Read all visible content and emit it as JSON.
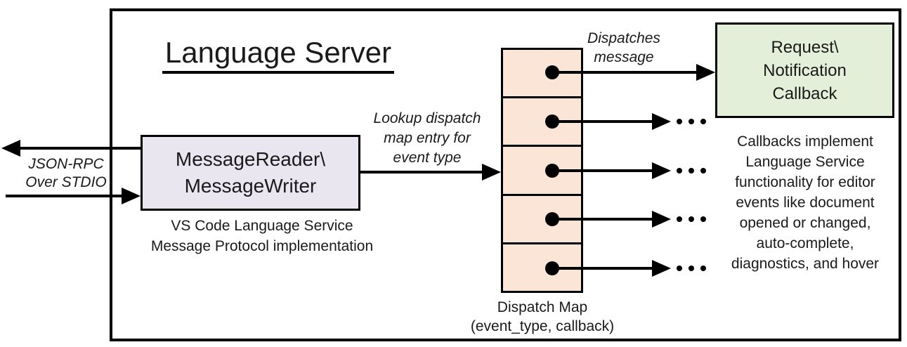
{
  "title": "Language Server",
  "colors": {
    "reader_fill": "#e9e6f0",
    "map_fill": "#fbe5d6",
    "callback_fill": "#e3efd9",
    "line": "#000000"
  },
  "io_label": {
    "lines": [
      "JSON-RPC",
      "Over STDIO"
    ]
  },
  "reader_box": {
    "lines": [
      "MessageReader\\",
      "MessageWriter"
    ]
  },
  "reader_caption": {
    "lines": [
      "VS Code Language Service",
      "Message Protocol implementation"
    ]
  },
  "lookup_label": {
    "lines": [
      "Lookup dispatch",
      "map entry for",
      "event type"
    ]
  },
  "dispatch_label": {
    "lines": [
      "Dispatches",
      "message"
    ]
  },
  "callback_box": {
    "lines": [
      "Request\\",
      "Notification",
      "Callback"
    ]
  },
  "callbacks_note": {
    "lines": [
      "Callbacks implement",
      "Language Service",
      "functionality for editor",
      "events like document",
      "opened or changed,",
      "auto-complete,",
      "diagnostics, and hover"
    ]
  },
  "map_caption": {
    "lines": [
      "Dispatch Map",
      "(event_type, callback)"
    ]
  },
  "dispatch_map": {
    "cell_count": 5
  }
}
